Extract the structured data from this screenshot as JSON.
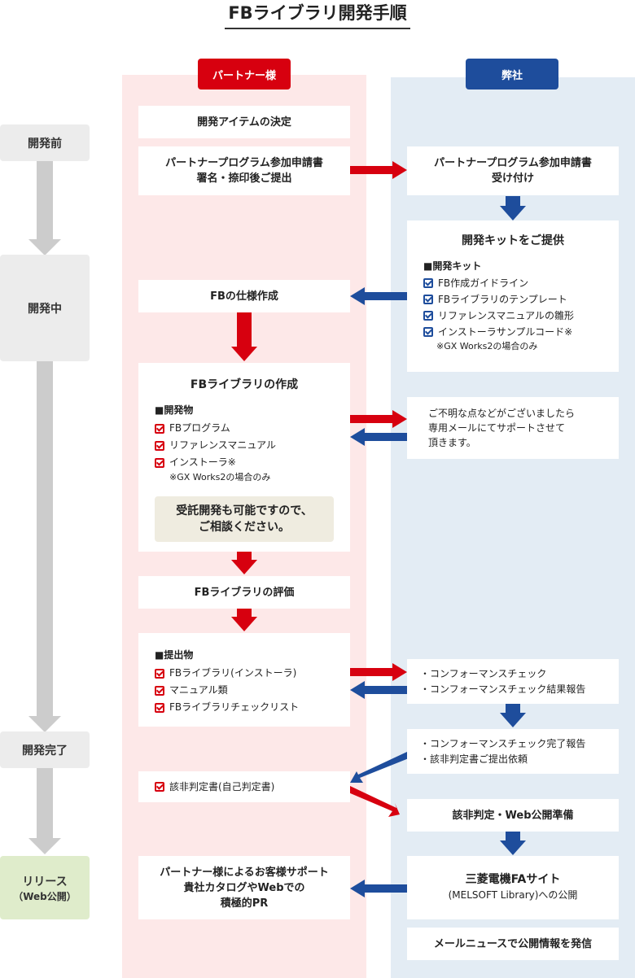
{
  "title": "FBライブラリ開発手順",
  "columns": {
    "partner": "パートナー様",
    "company": "弊社"
  },
  "stages": {
    "pre": "開発前",
    "mid": "開発中",
    "done": "開発完了",
    "release": "リリース",
    "release_sub": "（Web公開）"
  },
  "partner": {
    "decide": "開発アイテムの決定",
    "apply_1": "パートナープログラム参加申請書",
    "apply_2": "署名・捺印後ご提出",
    "spec": "FBの仕様作成",
    "create_title": "FBライブラリの作成",
    "deliverables_heading": "■開発物",
    "deliverables": [
      "FBプログラム",
      "リファレンスマニュアル",
      "インストーラ※"
    ],
    "deliverables_note": "※GX Works2の場合のみ",
    "consign_1": "受託開発も可能ですので、",
    "consign_2": "ご相談ください。",
    "evaluate": "FBライブラリの評価",
    "submit_heading": "■提出物",
    "submit_items": [
      "FBライブラリ(インストーラ)",
      "マニュアル類",
      "FBライブラリチェックリスト"
    ],
    "judge": "該非判定書(自己判定書)",
    "pr_1": "パートナー様によるお客様サポート",
    "pr_2": "貴社カタログやWebでの",
    "pr_3": "積極的PR"
  },
  "company": {
    "receive_1": "パートナープログラム参加申請書",
    "receive_2": "受け付け",
    "kit_title": "開発キットをご提供",
    "kit_heading": "■開発キット",
    "kit_items": [
      "FB作成ガイドライン",
      "FBライブラリのテンプレート",
      "リファレンスマニュアルの雛形",
      "インストーラサンプルコード※"
    ],
    "kit_note": "※GX Works2の場合のみ",
    "support_1": "ご不明な点などがございましたら",
    "support_2": "専用メールにてサポートさせて",
    "support_3": "頂きます。",
    "check_1": "・コンフォーマンスチェック",
    "check_2": "・コンフォーマンスチェック結果報告",
    "done_1": "・コンフォーマンスチェック完了報告",
    "done_2": "・該非判定書ご提出依頼",
    "prepare": "該非判定・Web公開準備",
    "publish_1": "三菱電機FAサイト",
    "publish_2": "(MELSOFT Library)への公開",
    "mail_news": "メールニュースで公開情報を発信"
  },
  "colors": {
    "red": "#d7000f",
    "blue": "#1e4d9c",
    "partner_bg": "#fde8e8",
    "company_bg": "#e3ecf4",
    "stage_gray": "#ececec",
    "stage_green": "#dfeccb",
    "timeline_gray": "#cccccc"
  }
}
